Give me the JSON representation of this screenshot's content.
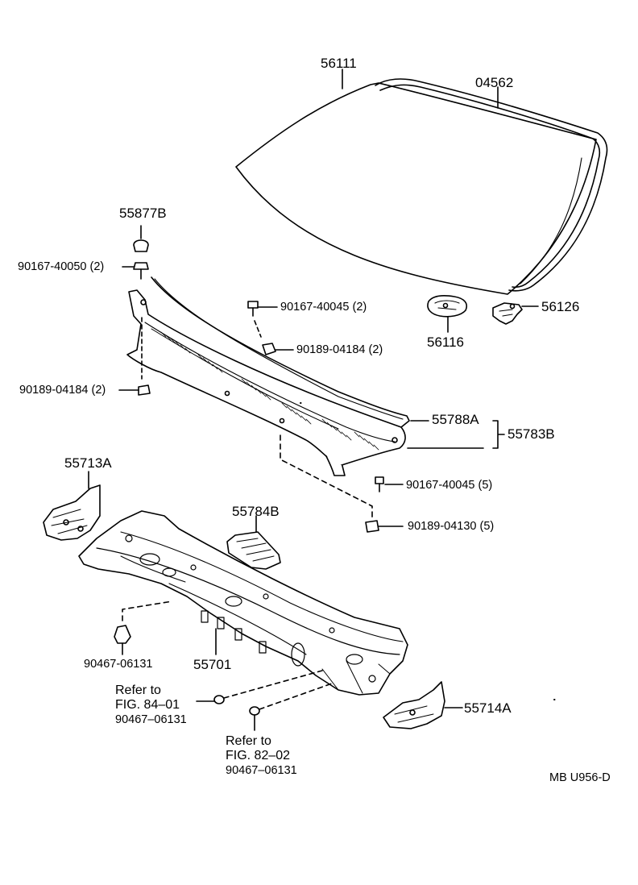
{
  "drawing_id": "MB U956-D",
  "colors": {
    "line": "#000000",
    "background": "#ffffff"
  },
  "parts": {
    "windshield_glass": "56111",
    "windshield_molding": "04562",
    "bracket_56116": "56116",
    "retainer_56126": "56126",
    "cap_55877B": "55877B",
    "screw_cowl_top_left": "90167-40050 (2)",
    "screw_cowl_top_center": "90167-40045 (2)",
    "nut_cowl_top_center": "90189-04184 (2)",
    "nut_cowl_top_left": "90189-04184 (2)",
    "seal_55788A": "55788A",
    "cowl_top_55783B": "55783B",
    "screw_lower": "90167-40045 (5)",
    "nut_lower": "90189-04130 (5)",
    "side_panel_left": "55713A",
    "pad_55784B": "55784B",
    "clip_left": "90467-06131",
    "cowl_panel": "55701",
    "side_panel_right": "55714A"
  },
  "refs": {
    "ref1": {
      "line1": "Refer to",
      "line2": "FIG. 84–01",
      "part": "90467–06131"
    },
    "ref2": {
      "line1": "Refer to",
      "line2": "FIG. 82–02",
      "part": "90467–06131"
    }
  }
}
